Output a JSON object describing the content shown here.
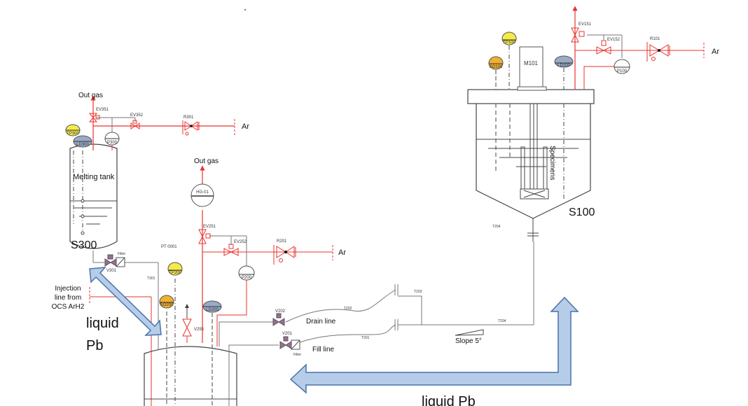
{
  "colors": {
    "gas_line": "#e8332f",
    "process_line": "#777777",
    "vessel": "#444444",
    "temperature_sensor": "#f5ea4a",
    "oxygen_sensor": "#f0b030",
    "level_detector": "#9aabc7",
    "pressure_sensor": "#ffffff",
    "valve_actuator": "#9b6b94",
    "flow_arrow_fill": "#b5cde8",
    "flow_arrow_stroke": "#4a72a8"
  },
  "labels": {
    "out_gas_1": "Out gas",
    "out_gas_2": "Out gas",
    "ar_1": "Ar",
    "ar_2": "Ar",
    "ar_3": "Ar",
    "melting_tank": "Melting tank",
    "s300": "S300",
    "s100": "S100",
    "specimens": "Specimens",
    "pt0001": "PT 0001",
    "injection_line": [
      "Injection",
      "line from",
      "OCS ArH2"
    ],
    "drain_line": "Drain line",
    "fill_line": "Fill line",
    "slope": "Slope 5°",
    "filter_1": "Filter",
    "filter_2": "Filter",
    "liquid_pb_left": [
      "liquid",
      "Pb"
    ],
    "liquid_pb_bottom": "liquid Pb"
  },
  "instruments": {
    "tp300": "TP300",
    "ld300": "LD300",
    "p300": "P300",
    "tp200": "TP200",
    "so200": "SO200",
    "ld200": "LD200",
    "p200": "P200",
    "tp100": "TP100",
    "so100": "SO100",
    "ld100": "LD100",
    "p100": "P100",
    "hg01": "HG-01",
    "m101": "M101"
  },
  "valves": {
    "ev351": "EV351",
    "ev352": "EV352",
    "r301": "R301",
    "ev251": "EV251",
    "ev252": "EV252",
    "r201": "R201",
    "ev151": "EV151",
    "ev152": "EV152",
    "r101": "R101",
    "v301": "V301",
    "v255": "V255",
    "v202": "V202",
    "v201": "V201"
  },
  "pipes": {
    "t301": "T301",
    "t202": "T202",
    "t201": "T201",
    "t203": "T203",
    "t204": "T204",
    "t204b": "T204"
  }
}
